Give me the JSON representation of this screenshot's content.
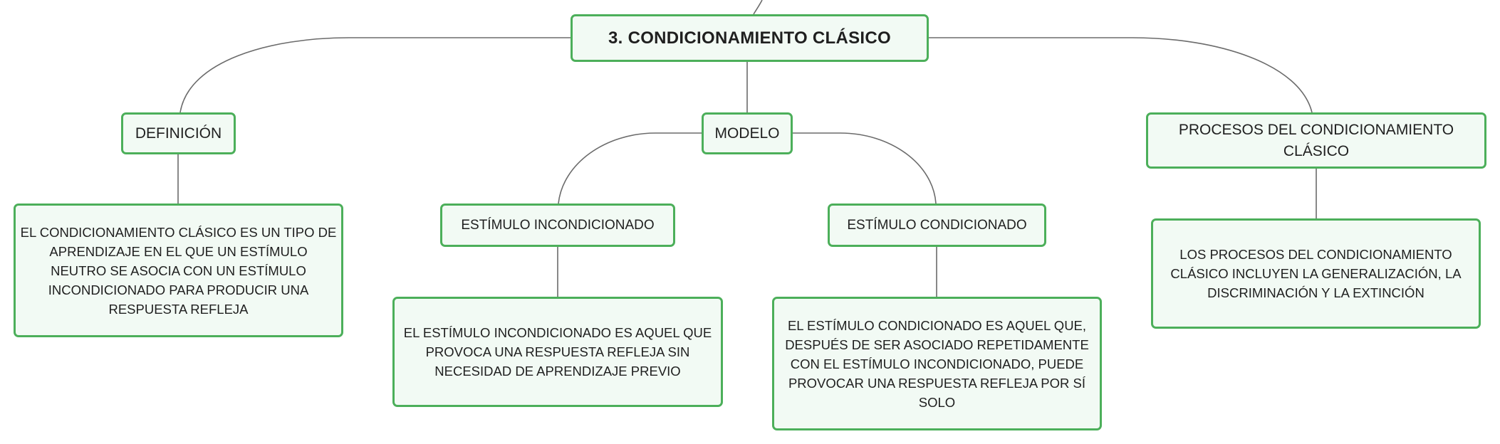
{
  "colors": {
    "node_border": "#4caf5a",
    "node_fill": "#f2faf4",
    "line": "#6b6b6b",
    "text": "#1f1f1f"
  },
  "root": {
    "label": "3. CONDICIONAMIENTO CLÁSICO"
  },
  "branches": {
    "definicion": {
      "label": "DEFINICIÓN",
      "leaf": "EL CONDICIONAMIENTO CLÁSICO ES UN TIPO DE APRENDIZAJE EN EL QUE UN ESTÍMULO NEUTRO SE ASOCIA CON UN ESTÍMULO INCONDICIONADO PARA PRODUCIR UNA RESPUESTA REFLEJA"
    },
    "modelo": {
      "label": "MODELO",
      "incondicionado": {
        "label": "ESTÍMULO INCONDICIONADO",
        "leaf": "EL ESTÍMULO INCONDICIONADO ES AQUEL QUE PROVOCA UNA RESPUESTA REFLEJA SIN NECESIDAD DE APRENDIZAJE PREVIO"
      },
      "condicionado": {
        "label": "ESTÍMULO CONDICIONADO",
        "leaf": "EL ESTÍMULO CONDICIONADO ES AQUEL QUE, DESPUÉS DE SER ASOCIADO REPETIDAMENTE CON EL ESTÍMULO INCONDICIONADO, PUEDE PROVOCAR UNA RESPUESTA REFLEJA POR SÍ SOLO"
      }
    },
    "procesos": {
      "label": "PROCESOS DEL CONDICIONAMIENTO CLÁSICO",
      "leaf": "LOS PROCESOS DEL CONDICIONAMIENTO CLÁSICO INCLUYEN LA GENERALIZACIÓN, LA DISCRIMINACIÓN Y LA EXTINCIÓN"
    }
  }
}
